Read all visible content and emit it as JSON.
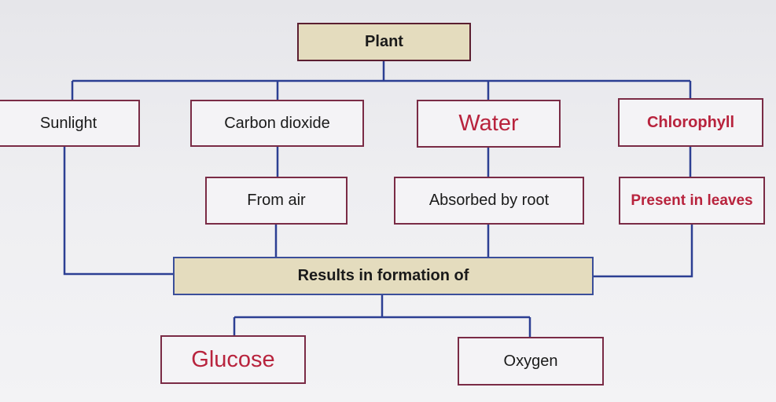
{
  "nodes": {
    "plant": "Plant",
    "sunlight": "Sunlight",
    "carbon_dioxide": "Carbon dioxide",
    "water": "Water",
    "chlorophyll": "Chlorophyll",
    "from_air": "From air",
    "absorbed_by_root": "Absorbed by root",
    "present_in_leaves": "Present in leaves",
    "results": "Results in formation of",
    "glucose": "Glucose",
    "oxygen": "Oxygen"
  },
  "colors": {
    "connector": "#2c3f93",
    "box_border": "#7a2b45",
    "highlight_fill": "#e4dcbe",
    "red_text": "#b8233d"
  }
}
